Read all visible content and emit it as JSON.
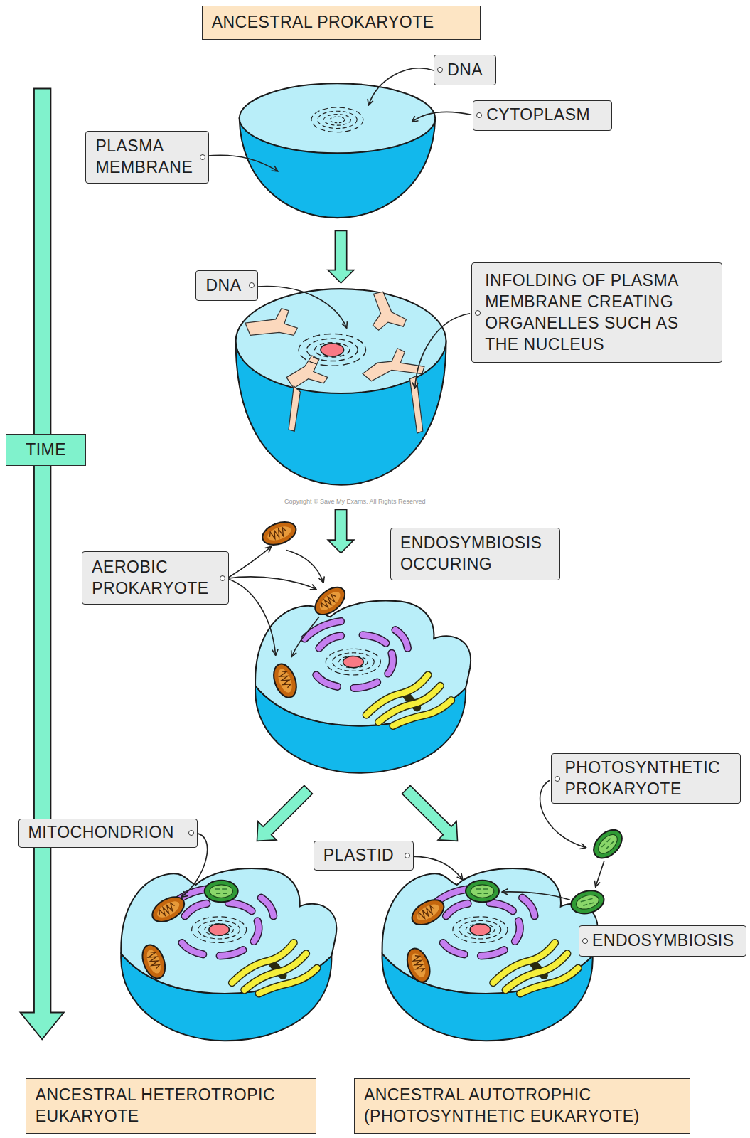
{
  "diagram": {
    "nodes": [
      {
        "text": [
          "ANCESTRAL PROKARYOTE"
        ]
      },
      {
        "text": [
          "DNA"
        ]
      },
      {
        "text": [
          "CYTOPLASM"
        ]
      },
      {
        "text": [
          "PLASMA MEMBRANE"
        ]
      },
      {
        "text": [
          "DNA"
        ]
      },
      {
        "text": [
          "INFOLDING OF PLASMA MEMBRANE CREATING ORGANELLES SUCH AS THE NUCLEUS"
        ]
      },
      {
        "text": [
          "TIME"
        ]
      },
      {
        "text": [
          "ENDOSYMBIOSIS OCCURING"
        ]
      },
      {
        "text": [
          "AEROBIC PROKARYOTE"
        ]
      },
      {
        "text": [
          "PHOTOSYNTHETIC PROKARYOTE"
        ]
      },
      {
        "text": [
          "MITOCHONDRION"
        ]
      },
      {
        "text": [
          "PLASTID"
        ]
      },
      {
        "text": [
          "ENDOSYMBIOSIS"
        ]
      },
      {
        "text": [
          "ANCESTRAL HETEROTROPIC EUKARYOTE"
        ]
      },
      {
        "text": [
          "ANCESTRAL AUTOTROPHIC (PHOTOSYNTHETIC EUKARYOTE)"
        ]
      }
    ],
    "labels": [
      "Copyright © Save My Exams. All Rights Reserved"
    ]
  }
}
